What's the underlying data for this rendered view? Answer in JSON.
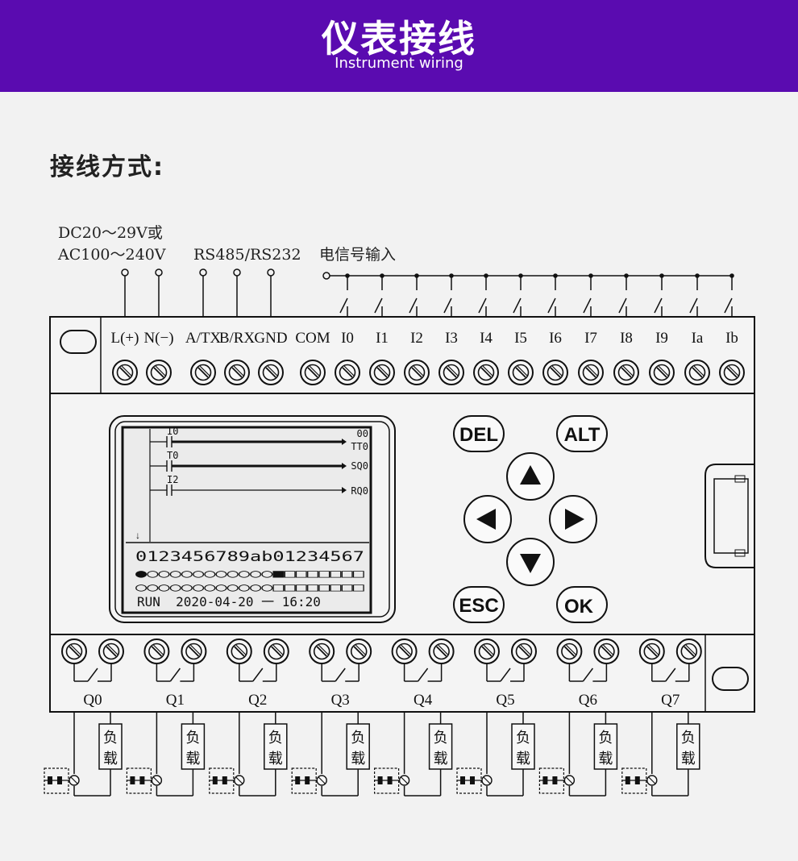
{
  "header": {
    "title": "仪表接线",
    "subtitle": "Instrument wiring"
  },
  "section_heading": "接线方式:",
  "power": {
    "line1": "DC20～29V或",
    "line2": "AC100～240V"
  },
  "comm_label": "RS485/RS232",
  "input_label": "电信号输入",
  "top_terminals": [
    "L(+)",
    "N(−)",
    "A/TX",
    "B/RX",
    "GND",
    "COM",
    "I0",
    "I1",
    "I2",
    "I3",
    "I4",
    "I5",
    "I6",
    "I7",
    "I8",
    "I9",
    "Ia",
    "Ib"
  ],
  "lcd": {
    "contacts": [
      "I0",
      "T0",
      "I2"
    ],
    "coils": [
      "00",
      "TT0",
      "SQ0",
      "RQ0"
    ],
    "index_row": "0123456789ab01234567",
    "status_row1": "●○○○○○○○○○○○■□□□□□□□",
    "status_row2": "○○○○○○○○○○○○□□□□□□□□",
    "status_line": "RUN  2020-04-20 一 16:20",
    "arrow": "↓"
  },
  "keys": {
    "del": "DEL",
    "alt": "ALT",
    "esc": "ESC",
    "ok": "OK",
    "up": "▲",
    "down": "▼",
    "left": "◀",
    "right": "▶"
  },
  "outputs": [
    "Q0",
    "Q1",
    "Q2",
    "Q3",
    "Q4",
    "Q5",
    "Q6",
    "Q7"
  ],
  "load_label": [
    "负",
    "载"
  ],
  "colors": {
    "banner": "#5a0bb0",
    "background": "#f2f2f2",
    "lcd_screen": "#ebebeb",
    "stroke": "#111111"
  }
}
